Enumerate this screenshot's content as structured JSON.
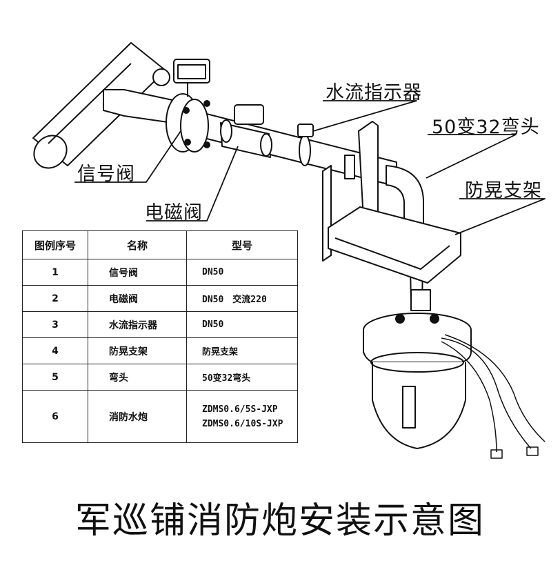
{
  "callouts": {
    "signal_valve": "信号阀",
    "solenoid_valve": "电磁阀",
    "water_flow_indicator": "水流指示器",
    "elbow": "50变32弯头",
    "anti_sway_bracket": "防晃支架"
  },
  "legend": {
    "headers": [
      "图例序号",
      "名称",
      "型号"
    ],
    "rows": [
      {
        "num": "1",
        "name": "信号阀",
        "model": [
          "DN50"
        ]
      },
      {
        "num": "2",
        "name": "电磁阀",
        "model": [
          "DN50　交流220"
        ]
      },
      {
        "num": "3",
        "name": "水流指示器",
        "model": [
          "DN50"
        ]
      },
      {
        "num": "4",
        "name": "防晃支架",
        "model": [
          "防晃支架"
        ]
      },
      {
        "num": "5",
        "name": "弯头",
        "model": [
          "50变32弯头"
        ]
      },
      {
        "num": "6",
        "name": "消防水炮",
        "model": [
          "ZDMS0.6/5S-JXP",
          "ZDMS0.6/10S-JXP"
        ]
      }
    ]
  },
  "title": "军巡铺消防炮安装示意图"
}
